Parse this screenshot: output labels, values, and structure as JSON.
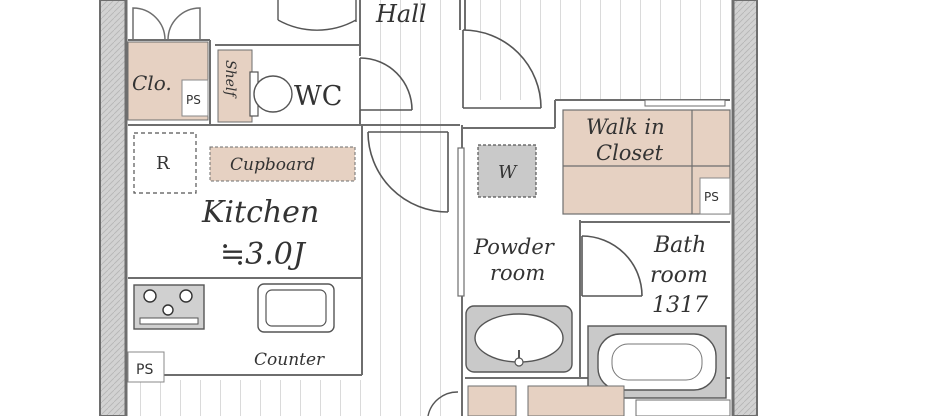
{
  "floorplan": {
    "labels": {
      "hall": "Hall",
      "closet": "Clo.",
      "shelf": "Shelf",
      "wc": "WC",
      "ps_wc": "PS",
      "refrigerator": "R",
      "cupboard": "Cupboard",
      "kitchen": "Kitchen",
      "kitchen_size": "≒3.0J",
      "counter": "Counter",
      "ps_bottom": "PS",
      "washer": "W",
      "powder_room_line1": "Powder",
      "powder_room_line2": "room",
      "walk_in_line1": "Walk in",
      "walk_in_line2": "Closet",
      "ps_closet": "PS",
      "bathroom_line1": "Bath",
      "bathroom_line2": "room",
      "bathroom_size": "1317"
    },
    "colors": {
      "wall": "#6e6e6e",
      "wall_fill": "#d2d2d2",
      "tan": "#e6d1c2",
      "gray_box": "#c9c9c9",
      "floor_line": "#dadada",
      "text": "#333333"
    }
  }
}
